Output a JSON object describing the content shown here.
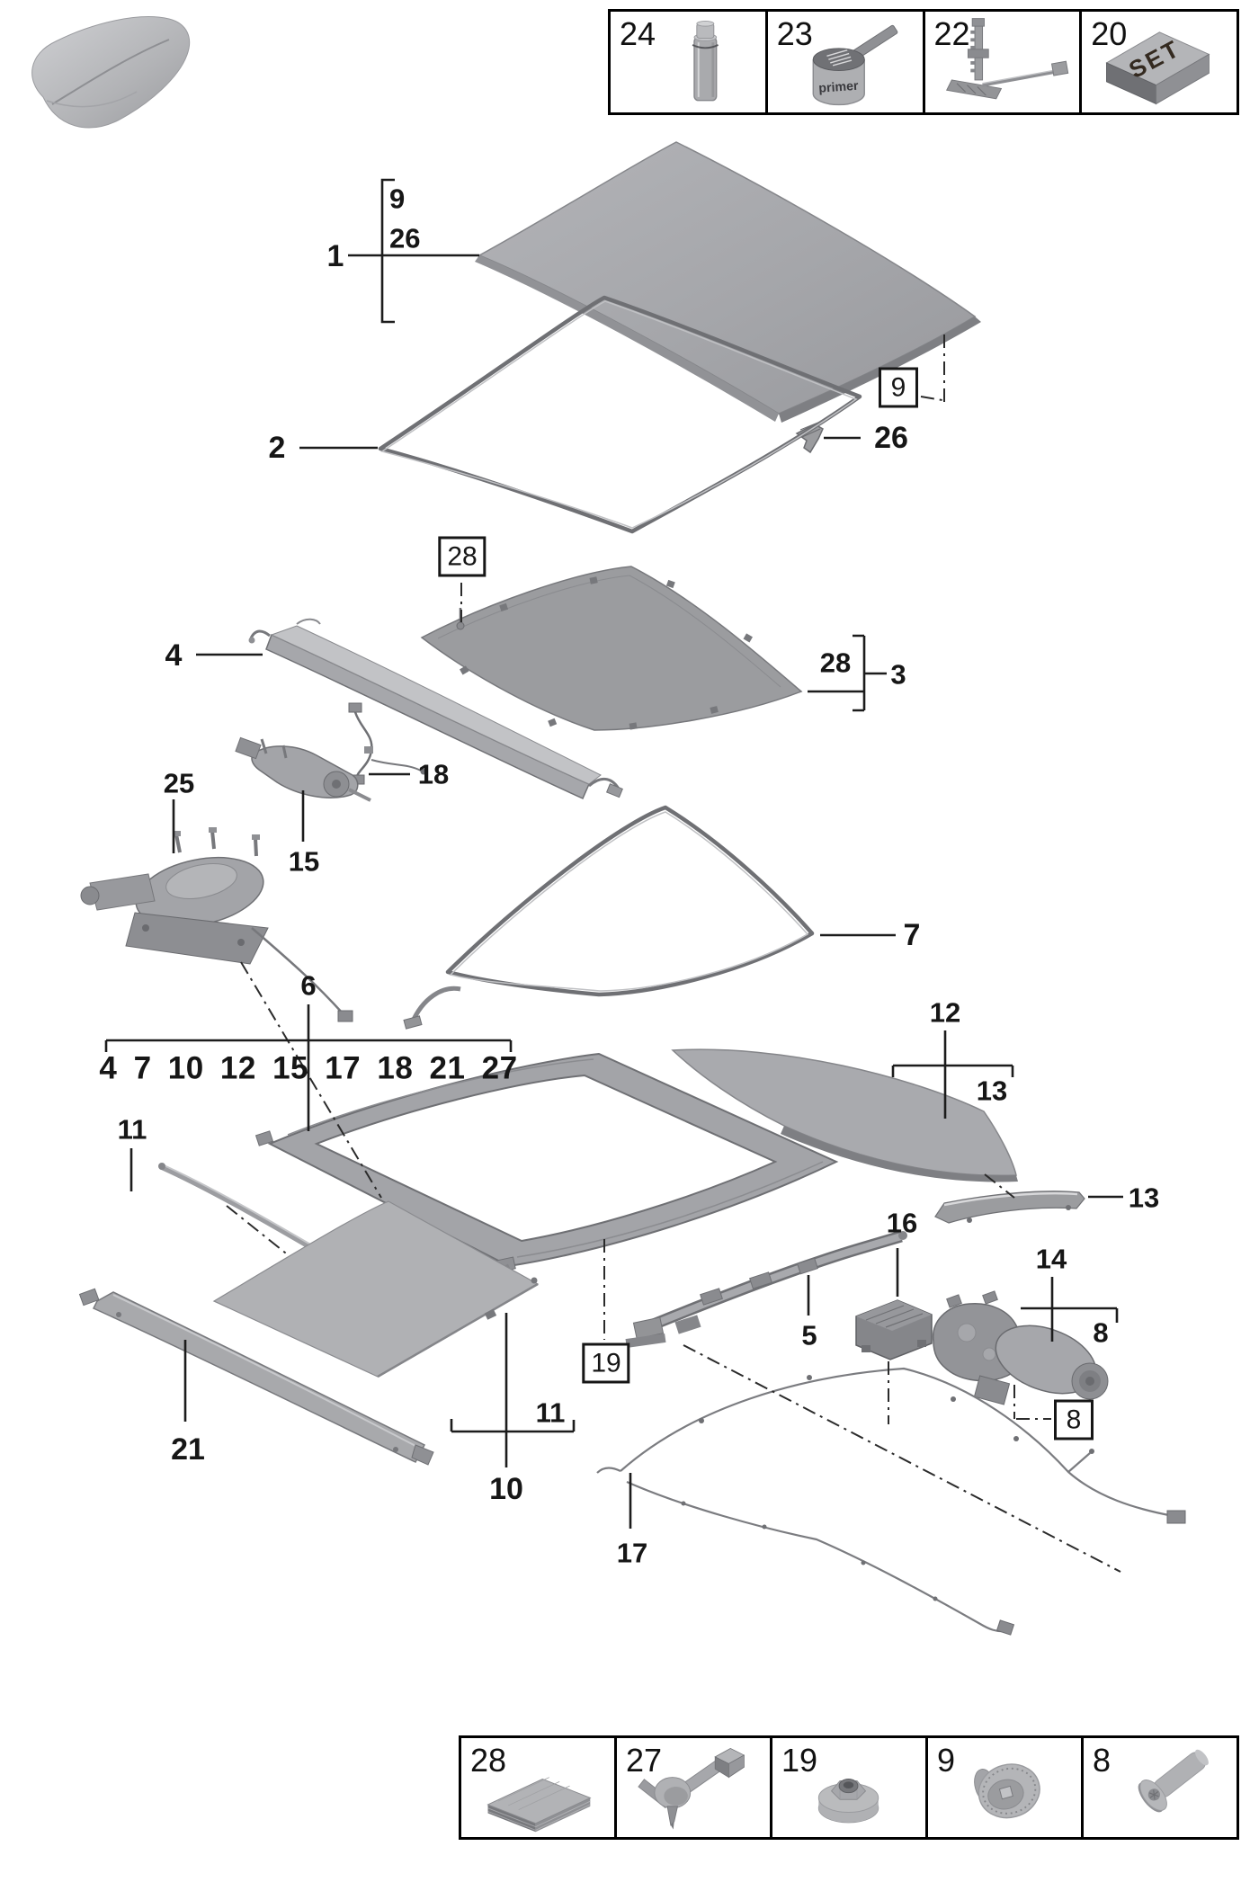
{
  "title": "sunroof-exploded-parts-diagram",
  "colors": {
    "background": "#ffffff",
    "line": "#1c1c1c",
    "part_fill": "#aaabaf",
    "part_dark": "#77787c"
  },
  "callouts": {
    "l1": "1",
    "l9a": "9",
    "l26a": "26",
    "box9": "9",
    "l26b": "26",
    "l2": "2",
    "box28": "28",
    "l28b": "28",
    "l3": "3",
    "l4": "4",
    "l18": "18",
    "l25": "25",
    "l15": "15",
    "l7": "7",
    "l6": "6",
    "group": "4 7 10 12 15 17 18 21 27",
    "l11a": "11",
    "l12": "12",
    "l13a": "13",
    "l13b": "13",
    "l16": "16",
    "l14": "14",
    "l8a": "8",
    "box8": "8",
    "l5": "5",
    "box19": "19",
    "l11b": "11",
    "l10": "10",
    "l21": "21",
    "l17": "17"
  },
  "legend_top": {
    "cells": [
      {
        "number": "24",
        "icon": "adhesive-bottle-icon"
      },
      {
        "number": "23",
        "icon": "primer-can-icon",
        "part_text": "primer"
      },
      {
        "number": "22",
        "icon": "repair-mechanism-icon"
      },
      {
        "number": "20",
        "icon": "set-box-icon",
        "part_text": "SET"
      }
    ]
  },
  "legend_bottom": {
    "cells": [
      {
        "number": "28",
        "icon": "shim-stack-icon"
      },
      {
        "number": "27",
        "icon": "retaining-clip-icon"
      },
      {
        "number": "19",
        "icon": "fastening-nut-icon"
      },
      {
        "number": "9",
        "icon": "grommet-icon"
      },
      {
        "number": "8",
        "icon": "pan-head-screw-icon"
      }
    ]
  }
}
